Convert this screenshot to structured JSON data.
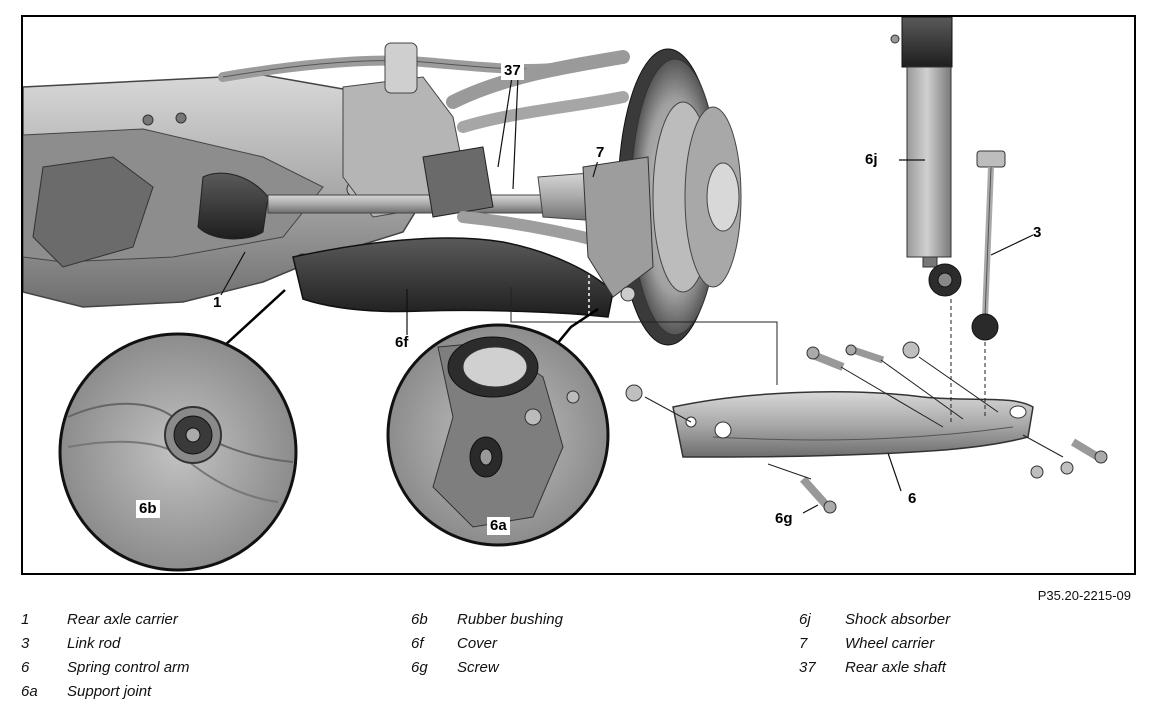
{
  "figure_id": "P35.20-2215-09",
  "callouts": {
    "c37": "37",
    "c7": "7",
    "c6j": "6j",
    "c3": "3",
    "c1": "1",
    "c6f": "6f",
    "c6b": "6b",
    "c6a": "6a",
    "c6": "6",
    "c6g": "6g"
  },
  "legend": [
    [
      {
        "number": "1",
        "label": "Rear axle carrier"
      },
      {
        "number": "3",
        "label": "Link rod"
      },
      {
        "number": "6",
        "label": "Spring control arm"
      },
      {
        "number": "6a",
        "label": "Support joint"
      }
    ],
    [
      {
        "number": "6b",
        "label": "Rubber bushing"
      },
      {
        "number": "6f",
        "label": "Cover"
      },
      {
        "number": "6g",
        "label": "Screw"
      }
    ],
    [
      {
        "number": "6j",
        "label": "Shock absorber"
      },
      {
        "number": "7",
        "label": "Wheel carrier"
      },
      {
        "number": "37",
        "label": "Rear axle shaft"
      }
    ]
  ]
}
